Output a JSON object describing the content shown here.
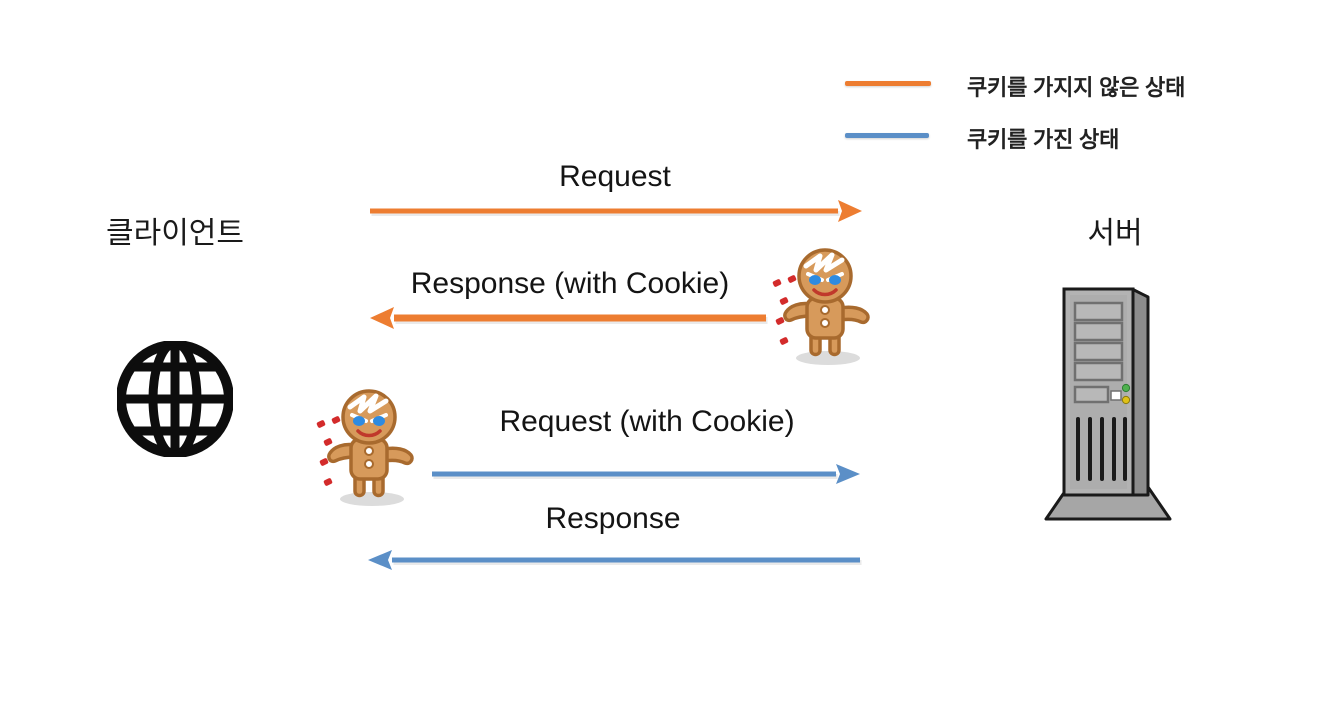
{
  "diagram": {
    "title_visible": false,
    "background_color": "#ffffff",
    "colors": {
      "orange": "#ED7D31",
      "blue": "#5B8FC7",
      "text": "#1a1a1a",
      "globe": "#0d0d0d",
      "server_body": "#A6A6A6",
      "server_outline": "#1a1a1a",
      "cookie_body": "#C8833F",
      "cookie_fill": "#D79A5B",
      "cookie_eye": "#2E8BE0",
      "cookie_crumb": "#D32B2B"
    }
  },
  "legend": {
    "items": [
      {
        "label": "쿠키를 가지지 않은 상태",
        "color": "#ED7D31",
        "swatch": "line-swatch-orange"
      },
      {
        "label": "쿠키를 가진 상태",
        "color": "#5B8FC7",
        "swatch": "line-swatch-blue"
      }
    ]
  },
  "nodes": {
    "client": {
      "label": "클라이언트",
      "icon": "globe-icon"
    },
    "server": {
      "label": "서버",
      "icon": "server-tower-icon"
    }
  },
  "messages": [
    {
      "id": "m1",
      "label": "Request",
      "direction": "right",
      "color": "#ED7D31",
      "state": "no-cookie"
    },
    {
      "id": "m2",
      "label": "Response (with Cookie)",
      "direction": "left",
      "color": "#ED7D31",
      "state": "no-cookie"
    },
    {
      "id": "m3",
      "label": "Request (with Cookie)",
      "direction": "right",
      "color": "#5B8FC7",
      "state": "with-cookie"
    },
    {
      "id": "m4",
      "label": "Response",
      "direction": "left",
      "color": "#5B8FC7",
      "state": "with-cookie"
    }
  ],
  "characters": [
    {
      "id": "c1",
      "name": "cookie-character-server-side",
      "alt": "gingerbread cookie character"
    },
    {
      "id": "c2",
      "name": "cookie-character-client-side",
      "alt": "gingerbread cookie character"
    }
  ]
}
